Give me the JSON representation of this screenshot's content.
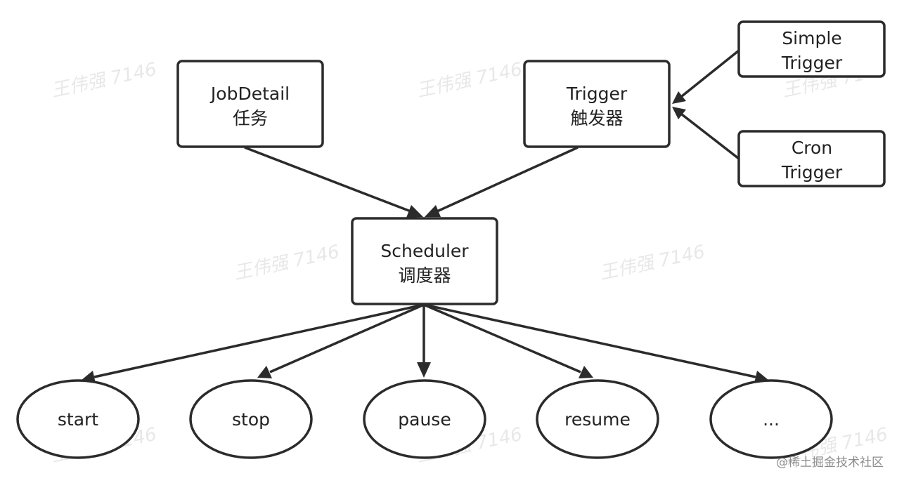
{
  "watermark": "王伟强 7146",
  "nodes": {
    "jobdetail": {
      "line1": "JobDetail",
      "line2": "任务"
    },
    "trigger": {
      "line1": "Trigger",
      "line2": "触发器"
    },
    "simple_trigger": {
      "line1": "Simple",
      "line2": "Trigger"
    },
    "cron_trigger": {
      "line1": "Cron",
      "line2": "Trigger"
    },
    "scheduler": {
      "line1": "Scheduler",
      "line2": "调度器"
    },
    "start": {
      "label": "start"
    },
    "stop": {
      "label": "stop"
    },
    "pause": {
      "label": "pause"
    },
    "resume": {
      "label": "resume"
    },
    "more": {
      "label": "..."
    }
  },
  "edges": [
    {
      "from": "simple_trigger",
      "to": "trigger"
    },
    {
      "from": "cron_trigger",
      "to": "trigger"
    },
    {
      "from": "jobdetail",
      "to": "scheduler"
    },
    {
      "from": "trigger",
      "to": "scheduler"
    },
    {
      "from": "scheduler",
      "to": "start"
    },
    {
      "from": "scheduler",
      "to": "stop"
    },
    {
      "from": "scheduler",
      "to": "pause"
    },
    {
      "from": "scheduler",
      "to": "resume"
    },
    {
      "from": "scheduler",
      "to": "more"
    }
  ],
  "credit": "@稀土掘金技术社区"
}
